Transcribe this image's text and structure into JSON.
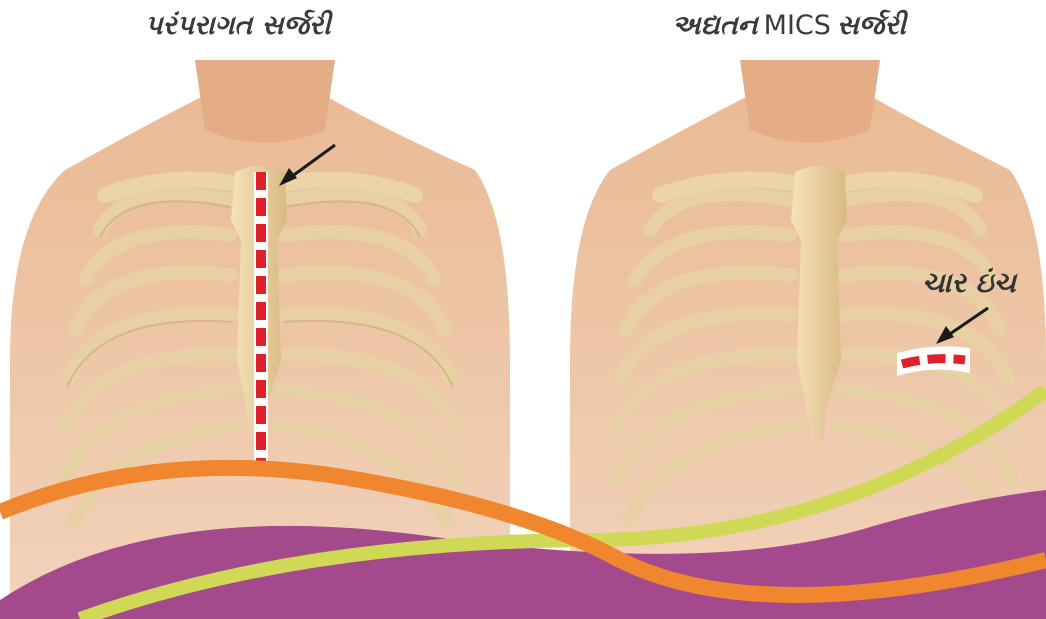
{
  "titles": {
    "conventional": "પરંપરાગત સર્જરી",
    "advanced_prefix": "અદ્યતન",
    "advanced_mics": "MICS",
    "advanced_suffix": "સર્જરી"
  },
  "annotations": {
    "incision_length": "ચાર ઇંચ"
  },
  "colors": {
    "skin": "#efc7a8",
    "bone": "#e8cf9a",
    "incision_red": "#e0202a",
    "wave_orange": "#f0862d",
    "wave_green": "#cfd955",
    "wave_purple": "#a44a8c"
  }
}
